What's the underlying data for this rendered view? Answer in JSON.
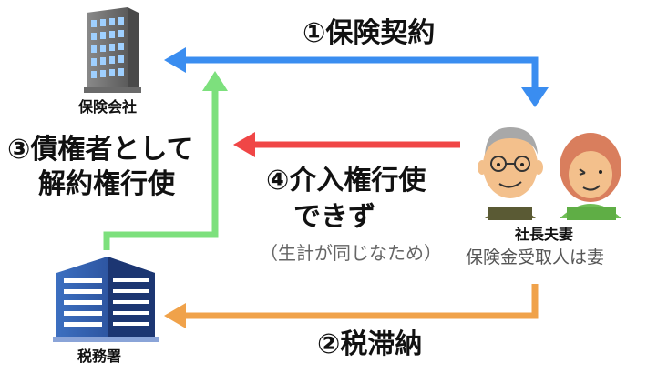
{
  "nodes": {
    "insurer": {
      "label": "保険会社"
    },
    "tax_office": {
      "label": "税務署"
    },
    "couple": {
      "label": "社長夫妻",
      "note": "保険金受取人は妻"
    }
  },
  "edges": {
    "contract": {
      "label": "①保険契約",
      "color": "#3a8df0"
    },
    "tax_arrears": {
      "label": "②税滞納",
      "color": "#f0a24a"
    },
    "cancel_as_creditor": {
      "line1": "③債権者として",
      "line2": "解約権行使",
      "color": "#7de07d"
    },
    "cannot_exercise": {
      "line1": "④介入権行使",
      "line2": "できず",
      "note": "（生計が同じなため）",
      "color": "#f04646"
    }
  }
}
